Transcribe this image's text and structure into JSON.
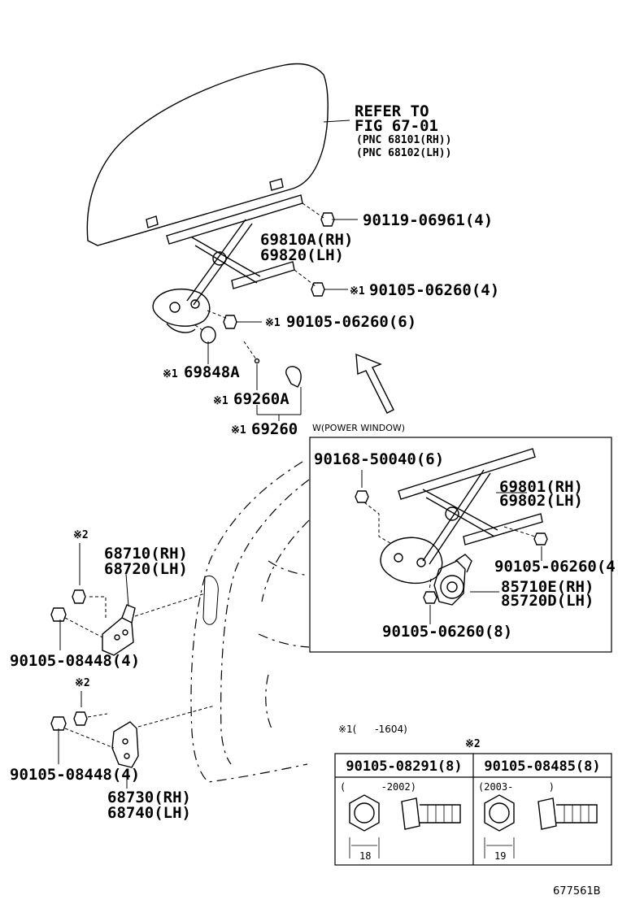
{
  "refer": {
    "line1": "REFER TO",
    "line2": "FIG 67-01",
    "line3": "(PNC 68101(RH))",
    "line4": "(PNC 68102(LH))"
  },
  "parts": {
    "bolt_top": "90119-06961(4)",
    "regulator_rh": "69810A(RH)",
    "regulator_lh": "69820(LH)",
    "bolt_4": "90105-06260(4)",
    "bolt_6": "90105-06260(6)",
    "p69848a": "69848A",
    "p69260a": "69260A",
    "p69260": "69260",
    "mark1": "※1",
    "mark2": "※2",
    "hinge_upper_rh": "68710(RH)",
    "hinge_upper_lh": "68720(LH)",
    "bolt_hinge_upper": "90105-08448(4)",
    "bolt_hinge_lower": "90105-08448(4)",
    "hinge_lower_rh": "68730(RH)",
    "hinge_lower_lh": "68740(LH)"
  },
  "inset": {
    "title": "W(POWER WINDOW)",
    "bolt_6": "90168-50040(6)",
    "regulator_rh": "69801(RH)",
    "regulator_lh": "69802(LH)",
    "bolt_4": "90105-06260(4)",
    "motor_rh": "85710E(RH)",
    "motor_lh": "85720D(LH)",
    "bolt_8": "90105-06260(8)"
  },
  "footnote": {
    "mark1_range": "※1(      -1604)",
    "mark2": "※2"
  },
  "table": {
    "col1_head": "90105-08291(8)",
    "col2_head": "90105-08485(8)",
    "col1_range": "(      -2002)",
    "col2_range": "(2003-      )",
    "col1_dim": "18",
    "col2_dim": "19"
  },
  "figure_id": "677561B"
}
